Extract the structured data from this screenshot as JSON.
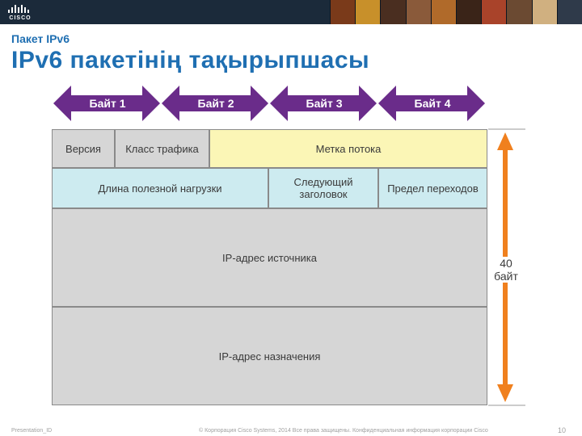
{
  "header": {
    "logo_text": "CISCO",
    "photo_colors": [
      "#7a3a1a",
      "#c8902a",
      "#4a2e20",
      "#8a5a3a",
      "#b06a2a",
      "#3a2418",
      "#a9432a",
      "#6b4a32",
      "#d0b080",
      "#2f3a4a"
    ]
  },
  "slide": {
    "subtitle": "Пакет IPv6",
    "title": "IPv6 пакетінің тақырыпшасы"
  },
  "diagram": {
    "bytes": [
      "Байт 1",
      "Байт 2",
      "Байт 3",
      "Байт 4"
    ],
    "fields": {
      "version": "Версия",
      "traffic_class": "Класс трафика",
      "flow_label": "Метка потока",
      "payload_length": "Длина полезной нагрузки",
      "next_header": "Следующий заголовок",
      "hop_limit": "Предел переходов",
      "source_address": "IP-адрес источника",
      "destination_address": "IP-адрес назначения"
    },
    "size_label": "40 байт",
    "colors": {
      "byte_arrow": "#6a2c8a",
      "size_arrow": "#f0801e",
      "gray": "#d6d6d6",
      "yellow": "#fbf6b6",
      "cyan": "#cdebf0"
    }
  },
  "footer": {
    "left": "Presentation_ID",
    "middle": "© Корпорация Cisco Systems, 2014 Все права защищены.     Конфиденциальная информация корпорации Cisco",
    "page": "10"
  }
}
